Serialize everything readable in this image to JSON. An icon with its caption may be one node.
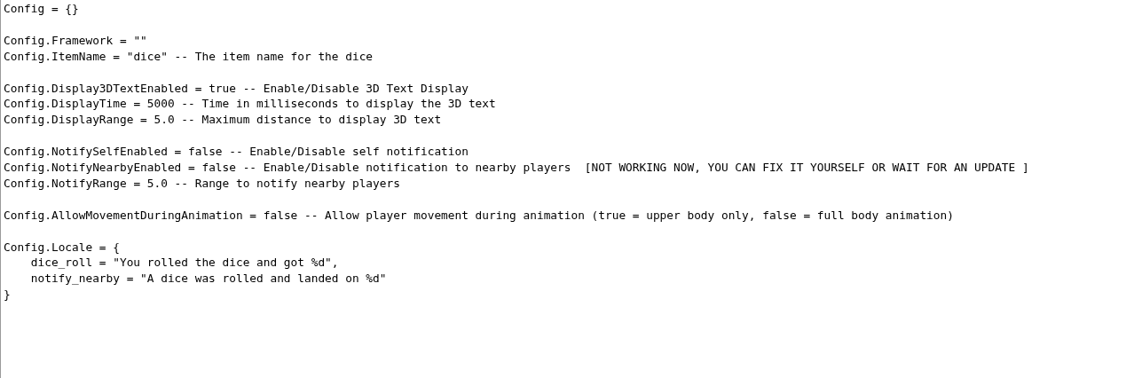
{
  "diagram": {
    "labels": [
      "Config = {}",
      "Config.Framework = \"\"",
      "Config.ItemName = \"dice\" -- The item name for the dice",
      "Config.Display3DTextEnabled = true -- Enable/Disable 3D Text Display",
      "Config.DisplayTime = 5000 -- Time in milliseconds to display the 3D text",
      "Config.DisplayRange = 5.0 -- Maximum distance to display 3D text",
      "Config.NotifySelfEnabled = false -- Enable/Disable self notification",
      "Config.NotifyNearbyEnabled = false -- Enable/Disable notification to nearby players  [NOT WORKING NOW, YOU CAN FIX IT YOURSELF OR WAIT FOR AN UPDATE ]",
      "Config.NotifyRange = 5.0 -- Range to notify nearby players",
      "Config.AllowMovementDuringAnimation = false -- Allow player movement during animation (true = upper body only, false = full body animation)",
      "Config.Locale = {",
      "dice_roll = \"You rolled the dice and got %d\",",
      "notify_nearby = \"A dice was rolled and landed on %d\"",
      "}"
    ]
  }
}
